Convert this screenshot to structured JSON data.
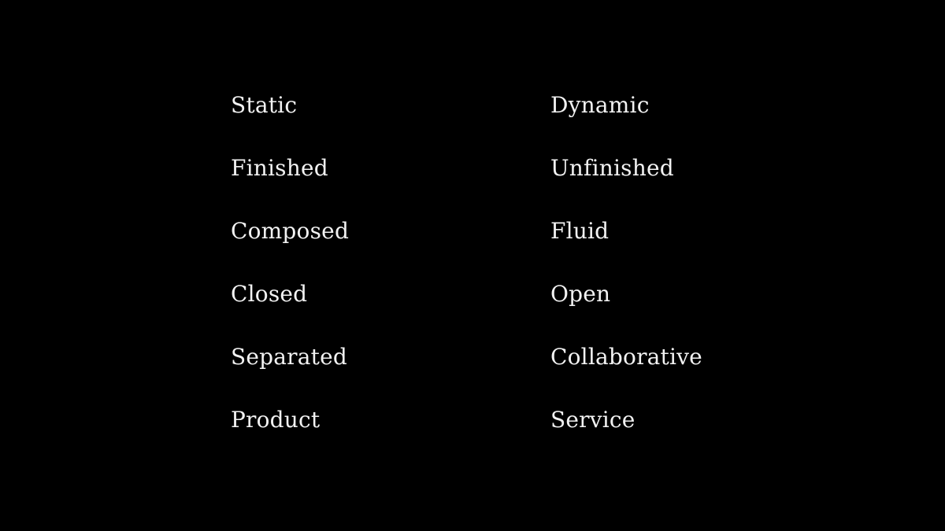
{
  "pairs": [
    {
      "left": "Static",
      "right": "Dynamic"
    },
    {
      "left": "Finished",
      "right": "Unfinished"
    },
    {
      "left": "Composed",
      "right": "Fluid"
    },
    {
      "left": "Closed",
      "right": "Open"
    },
    {
      "left": "Separated",
      "right": "Collaborative"
    },
    {
      "left": "Product",
      "right": "Service"
    }
  ],
  "colors": {
    "background": "#000000",
    "text": "#f2f2f2"
  }
}
